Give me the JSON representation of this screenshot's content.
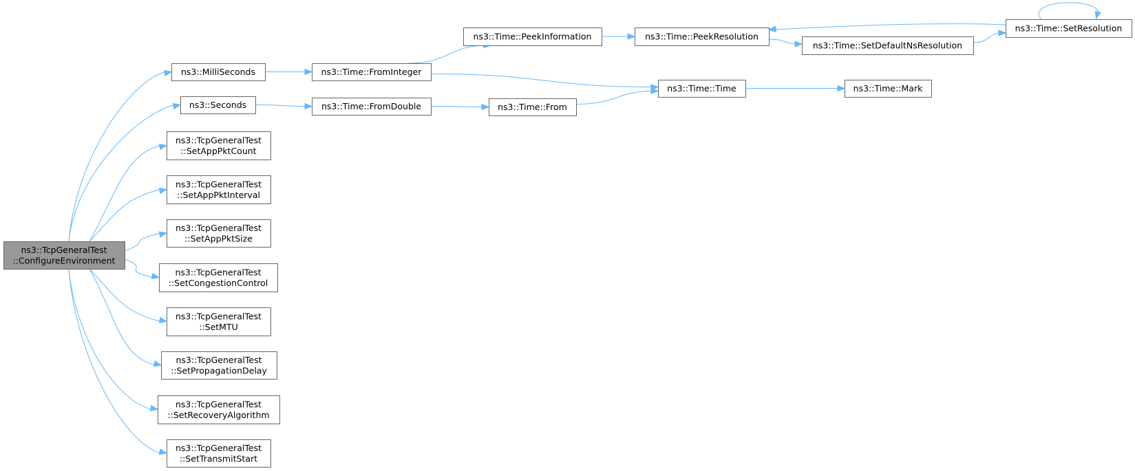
{
  "colors": {
    "edge": "#63b8ff",
    "node_border": "#666666",
    "root_fill": "#999999",
    "node_fill": "#ffffff"
  },
  "nodes": [
    {
      "id": "root",
      "lines": [
        "ns3::TcpGeneralTest",
        "::ConfigureEnvironment"
      ],
      "root": true
    },
    {
      "id": "milli",
      "lines": [
        "ns3::MilliSeconds"
      ]
    },
    {
      "id": "seconds",
      "lines": [
        "ns3::Seconds"
      ]
    },
    {
      "id": "appcount",
      "lines": [
        "ns3::TcpGeneralTest",
        "::SetAppPktCount"
      ]
    },
    {
      "id": "appinterval",
      "lines": [
        "ns3::TcpGeneralTest",
        "::SetAppPktInterval"
      ]
    },
    {
      "id": "appsize",
      "lines": [
        "ns3::TcpGeneralTest",
        "::SetAppPktSize"
      ]
    },
    {
      "id": "congestion",
      "lines": [
        "ns3::TcpGeneralTest",
        "::SetCongestionControl"
      ]
    },
    {
      "id": "mtu",
      "lines": [
        "ns3::TcpGeneralTest",
        "::SetMTU"
      ]
    },
    {
      "id": "propdelay",
      "lines": [
        "ns3::TcpGeneralTest",
        "::SetPropagationDelay"
      ]
    },
    {
      "id": "recovery",
      "lines": [
        "ns3::TcpGeneralTest",
        "::SetRecoveryAlgorithm"
      ]
    },
    {
      "id": "transmit",
      "lines": [
        "ns3::TcpGeneralTest",
        "::SetTransmitStart"
      ]
    },
    {
      "id": "frominteger",
      "lines": [
        "ns3::Time::FromInteger"
      ]
    },
    {
      "id": "fromdouble",
      "lines": [
        "ns3::Time::FromDouble"
      ]
    },
    {
      "id": "peekinfo",
      "lines": [
        "ns3::Time::PeekInformation"
      ]
    },
    {
      "id": "from",
      "lines": [
        "ns3::Time::From"
      ]
    },
    {
      "id": "peekres",
      "lines": [
        "ns3::Time::PeekResolution"
      ]
    },
    {
      "id": "time",
      "lines": [
        "ns3::Time::Time"
      ]
    },
    {
      "id": "setdefault",
      "lines": [
        "ns3::Time::SetDefaultNsResolution"
      ]
    },
    {
      "id": "mark",
      "lines": [
        "ns3::Time::Mark"
      ]
    },
    {
      "id": "setres",
      "lines": [
        "ns3::Time::SetResolution"
      ]
    }
  ],
  "edges": [
    [
      "root",
      "milli"
    ],
    [
      "root",
      "seconds"
    ],
    [
      "root",
      "appcount"
    ],
    [
      "root",
      "appinterval"
    ],
    [
      "root",
      "appsize"
    ],
    [
      "root",
      "congestion"
    ],
    [
      "root",
      "mtu"
    ],
    [
      "root",
      "propdelay"
    ],
    [
      "root",
      "recovery"
    ],
    [
      "root",
      "transmit"
    ],
    [
      "milli",
      "frominteger"
    ],
    [
      "seconds",
      "fromdouble"
    ],
    [
      "frominteger",
      "peekinfo"
    ],
    [
      "frominteger",
      "time"
    ],
    [
      "fromdouble",
      "from"
    ],
    [
      "from",
      "time"
    ],
    [
      "peekinfo",
      "peekres"
    ],
    [
      "peekres",
      "setdefault"
    ],
    [
      "setdefault",
      "setres"
    ],
    [
      "setres",
      "peekres"
    ],
    [
      "setres",
      "setres"
    ],
    [
      "time",
      "mark"
    ]
  ]
}
